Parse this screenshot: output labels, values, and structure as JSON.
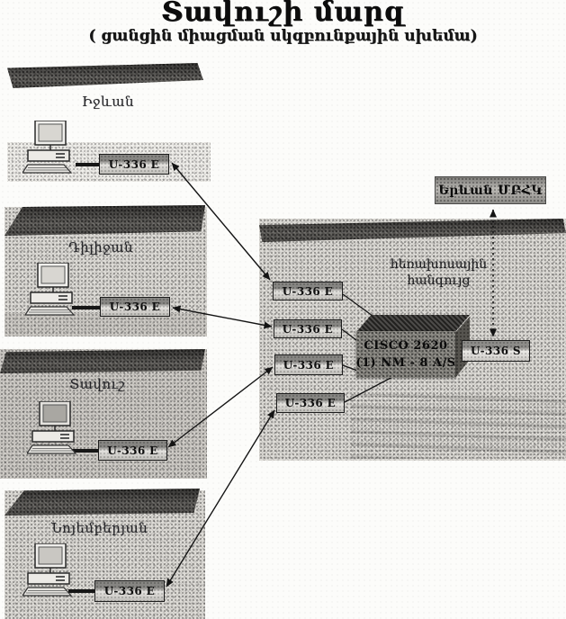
{
  "title": "Տավուշի մարզ",
  "subtitle": "( ցանցին միացման սկզբունքային սխեմա)",
  "sites": [
    {
      "name": "Իջևան",
      "modem": "U-336 E"
    },
    {
      "name": "Դիլիջան",
      "modem": "U-336 E"
    },
    {
      "name": "Տավուշ",
      "modem": "U-336 E"
    },
    {
      "name": "Նոյեմբերյան",
      "modem": "U-336 E"
    }
  ],
  "hub": {
    "label_line1": "հեռախոսային",
    "label_line2": "հանգույց",
    "modems": [
      {
        "label": "U-336 E"
      },
      {
        "label": "U-336 E"
      },
      {
        "label": "U-336 E"
      },
      {
        "label": "U-336 E"
      }
    ],
    "router": {
      "line1": "CISCO 2620",
      "line2": "(1) NM - 8 A/S"
    },
    "uplink_modem": "U-336 S"
  },
  "remote_center": {
    "label": "Երևան ՄԲՀԿ"
  },
  "colors": {
    "ink": "#111111",
    "panel_gray": "#dddbd6",
    "band_dark": "#6f6d69",
    "router_dark": "#3e3c39"
  }
}
